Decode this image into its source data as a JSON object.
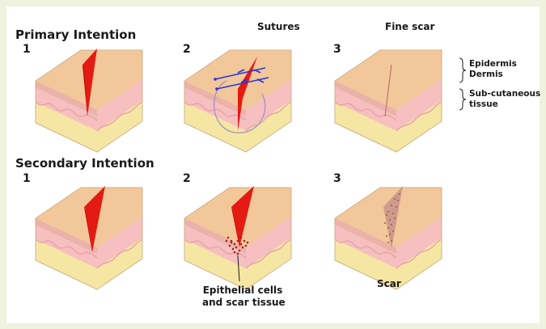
{
  "primary": {
    "heading": "Primary Intention",
    "steps": [
      "1",
      "2",
      "3"
    ],
    "sutures_label": "Sutures",
    "fine_scar_label": "Fine scar"
  },
  "layers": {
    "epidermis": "Epidermis",
    "dermis": "Dermis",
    "subcutaneous_line1": "Sub-cutaneous",
    "subcutaneous_line2": "tissue"
  },
  "secondary": {
    "heading": "Secondary Intention",
    "steps": [
      "1",
      "2",
      "3"
    ],
    "epithelial_line1": "Epithelial cells",
    "epithelial_line2": "and scar tissue",
    "scar_label": "Scar"
  },
  "colors": {
    "background": "#eef2df",
    "skin_top": "#f2c79a",
    "dermis": "#f6bfc0",
    "subcutaneous": "#f5e7a3",
    "wound": "#e31b13",
    "suture": "#2b34d6",
    "needle": "#9b8ec7",
    "scar": "#b8786a"
  }
}
